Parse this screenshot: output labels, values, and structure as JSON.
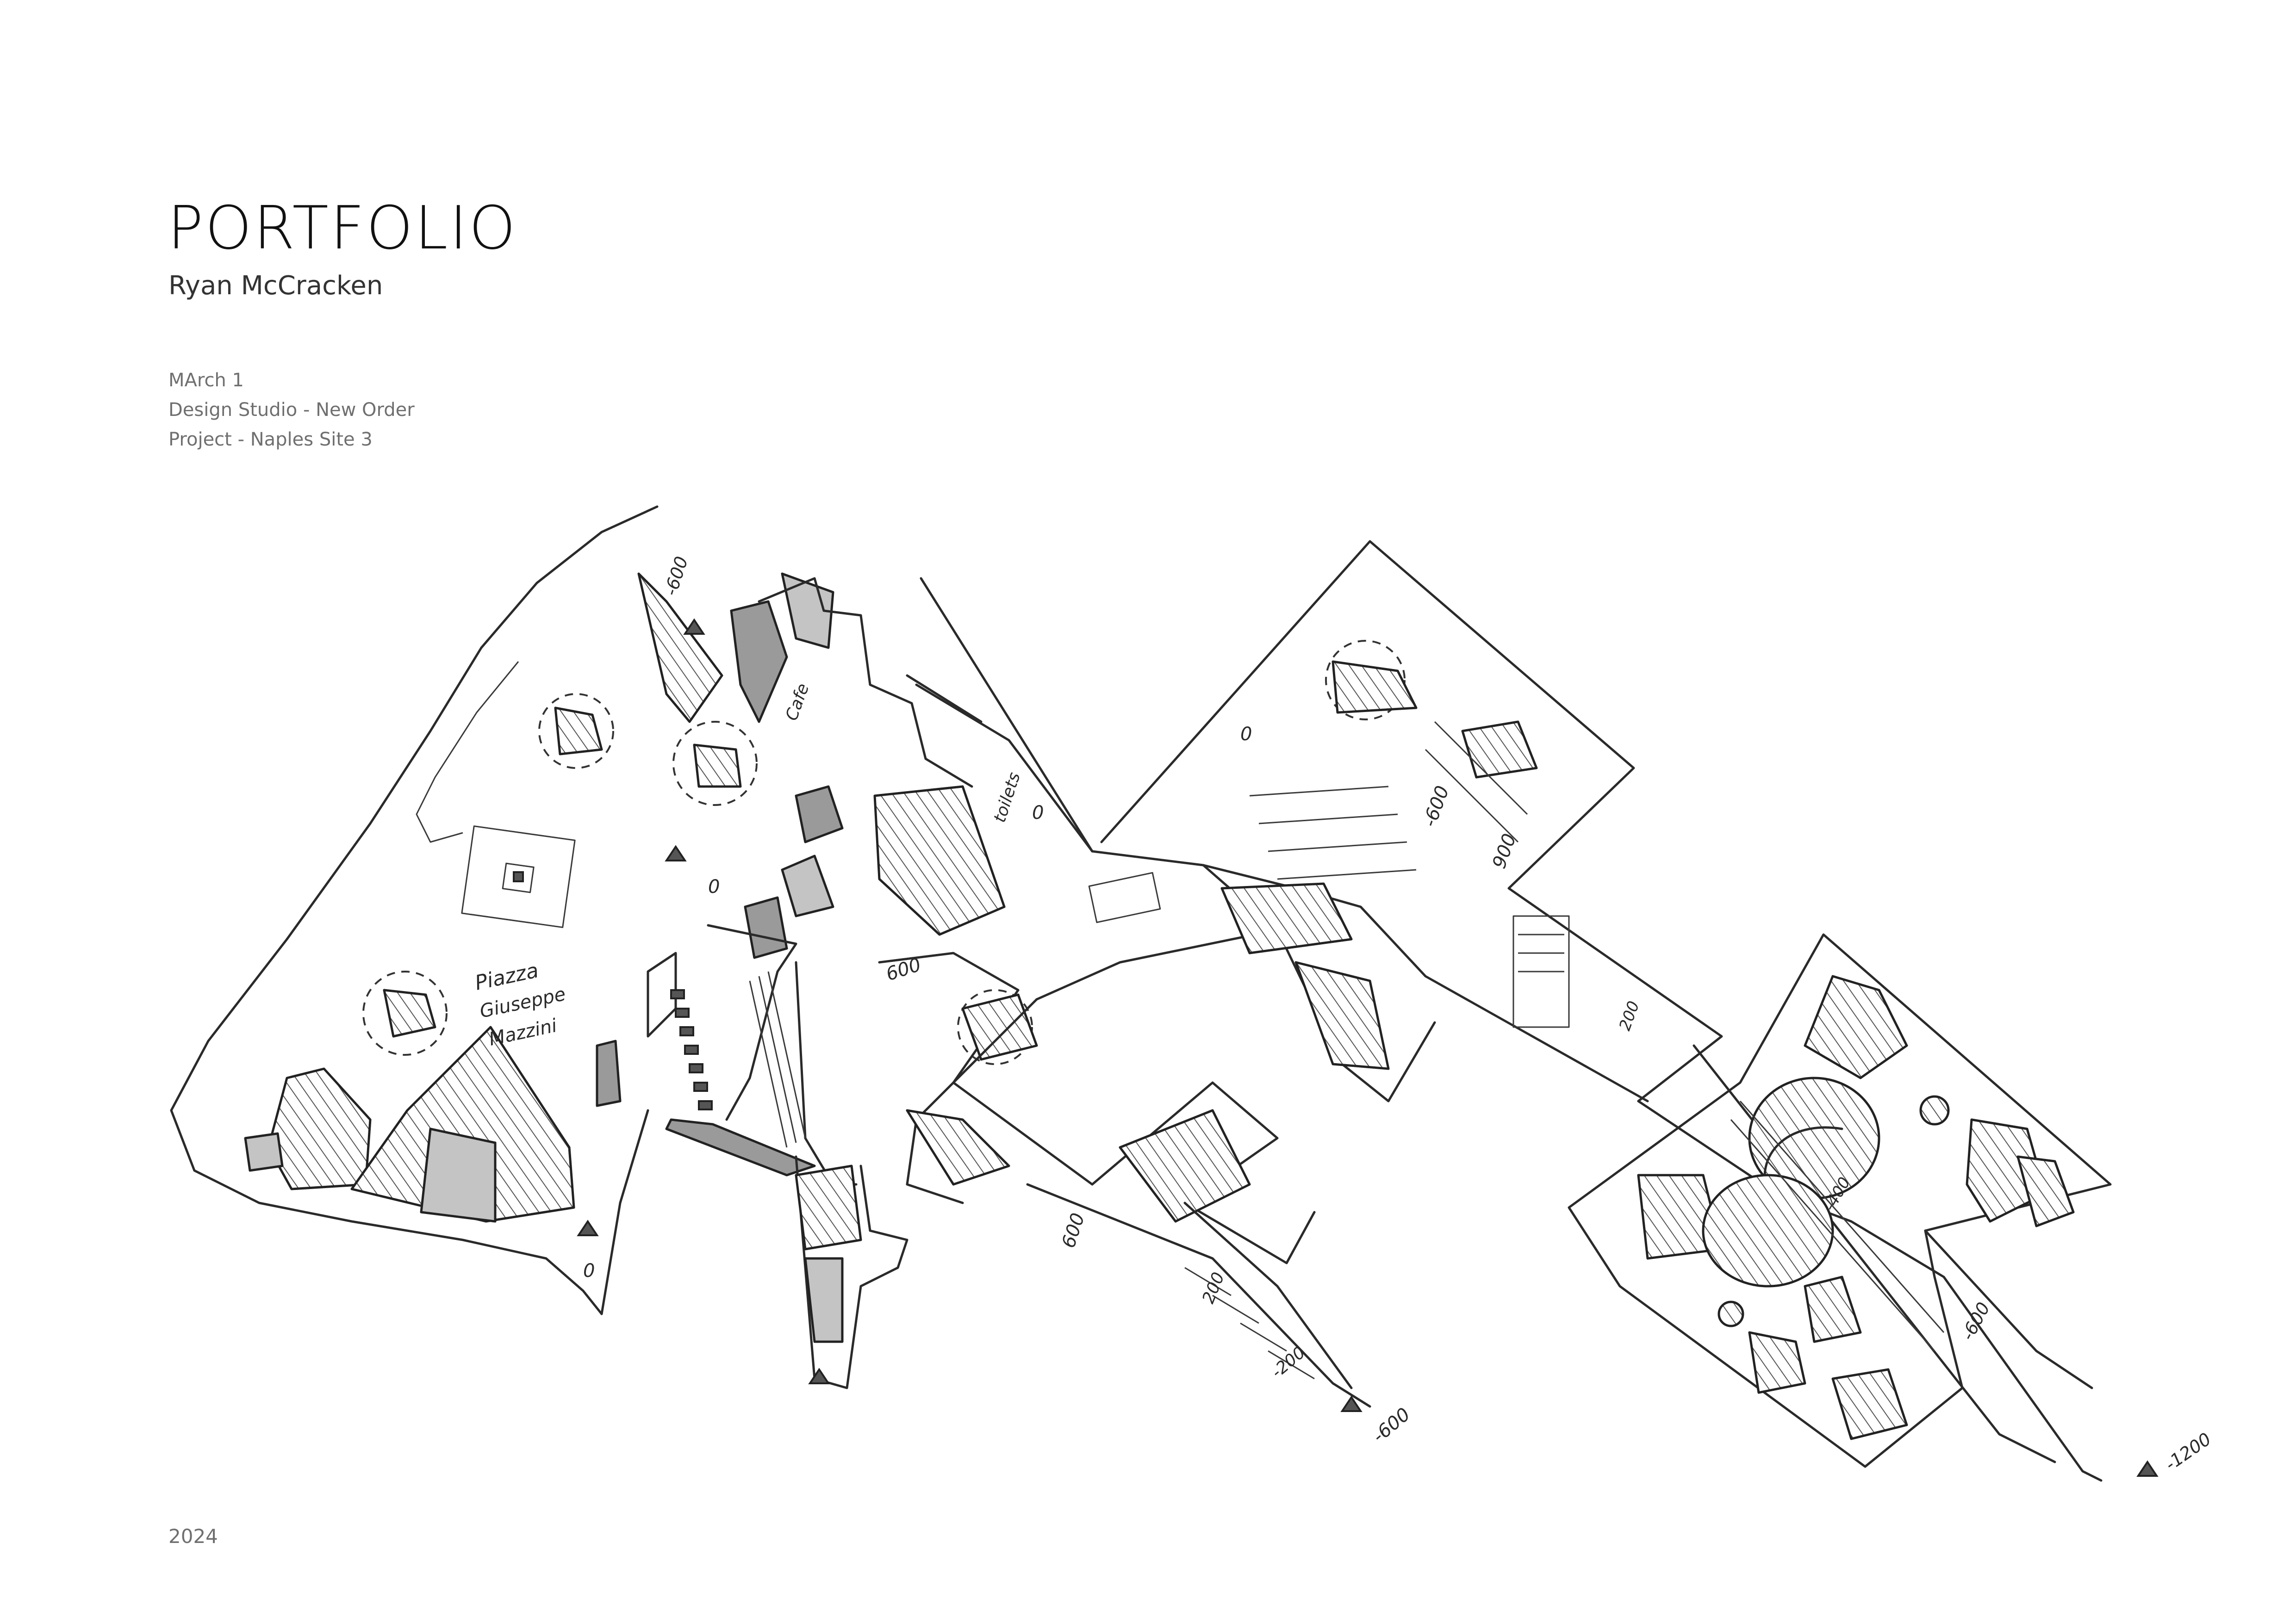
{
  "header": {
    "title": "PORTFOLIO",
    "author": "Ryan McCracken"
  },
  "details": {
    "programme": "MArch 1",
    "studio": "Design Studio - New Order",
    "project": "Project - Naples Site 3"
  },
  "footer": {
    "year": "2024"
  },
  "drawing": {
    "annotations": {
      "piazza_1": "Piazza",
      "piazza_2": "Giuseppe",
      "piazza_3": "Mazzini",
      "level_0_a": "0",
      "level_0_b": "0",
      "level_0_c": "0",
      "level_0_d": "0",
      "level_600_a": "600",
      "level_600_b": "600",
      "level_m600_a": "-600",
      "level_m600_b": "-600",
      "level_m600_c": "-600",
      "level_m600_d": "-600",
      "level_900": "900",
      "level_200_a": "200",
      "level_200_b": "200",
      "level_m200": "-200",
      "level_m400": "-400",
      "level_m1200": "-1200",
      "label_cafe": "Cafe",
      "label_toilets": "toilets"
    }
  }
}
